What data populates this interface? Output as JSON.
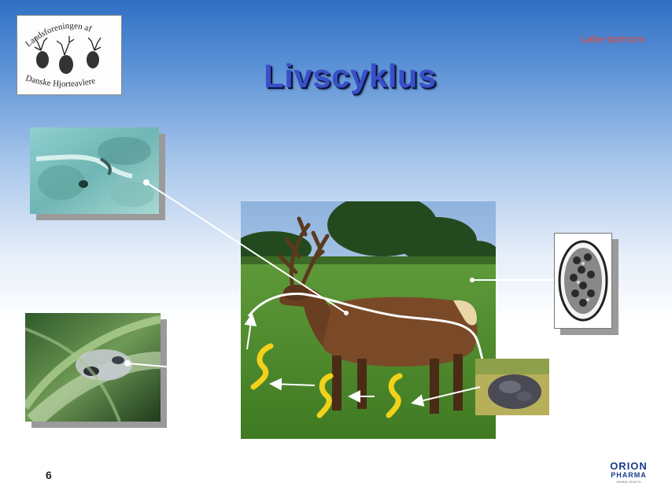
{
  "slide": {
    "title": "Livscyklus",
    "topic_label": "Løbe-tarmorm",
    "page_number": "6"
  },
  "logo": {
    "text_top": "Landsforeningen af",
    "text_bottom": "Danske Hjorteavlere"
  },
  "brand": {
    "name": "ORION",
    "sub": "PHARMA",
    "tag": "ANIMAL HEALTH"
  },
  "images": {
    "larva_micrograph": "larva-micrograph",
    "larva_on_grass": "larva-on-grass",
    "deer_pasture": "deer-pasture",
    "egg_micrograph": "egg-micrograph",
    "dung_pile": "dung-pile"
  },
  "colors": {
    "title": "#3a50c8",
    "topic_label": "#e24a3b",
    "brand": "#1a3f8a",
    "larva": "#f2d21a",
    "arrow": "#ffffff"
  }
}
